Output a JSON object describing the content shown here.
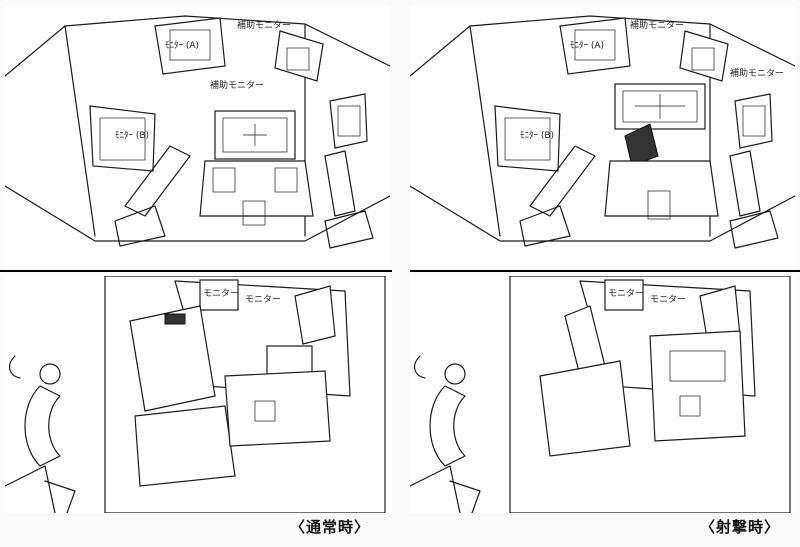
{
  "captions": {
    "normal": "〈通常時〉",
    "firing": "〈射撃時〉"
  },
  "notes": {
    "monitor": "モニター",
    "aux_monitor": "補助モニター",
    "sub_monitor_a": "ﾓﾆﾀｰ (A)",
    "sub_monitor_b": "ﾓﾆﾀｰ (B)"
  }
}
